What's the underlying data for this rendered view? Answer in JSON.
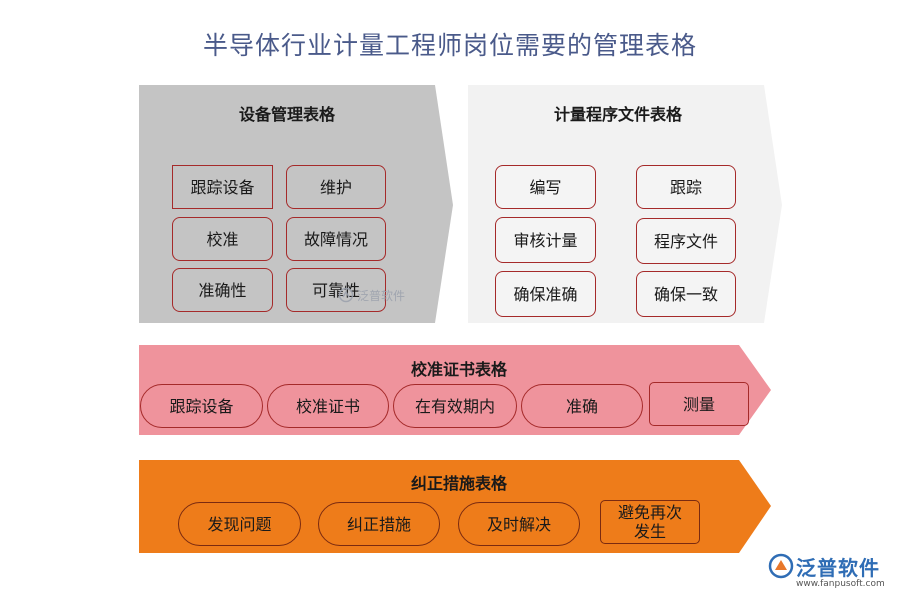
{
  "title": "半导体行业计量工程师岗位需要的管理表格",
  "colors": {
    "gray": "#c4c4c4",
    "light": "#f4f4f4",
    "pink": "#ef939c",
    "orange": "#ee7c1a",
    "border": "#a52a2a",
    "title": "#4a5a8a"
  },
  "equipment": {
    "title": "设备管理表格",
    "items": [
      "跟踪设备",
      "维护",
      "校准",
      "故障情况",
      "准确性",
      "可靠性"
    ]
  },
  "procedure": {
    "title": "计量程序文件表格",
    "items": [
      "编写",
      "跟踪",
      "审核计量",
      "程序文件",
      "确保准确",
      "确保一致"
    ]
  },
  "calibration": {
    "title": "校准证书表格",
    "items": [
      "跟踪设备",
      "校准证书",
      "在有效期内",
      "准确",
      "测量"
    ]
  },
  "corrective": {
    "title": "纠正措施表格",
    "items": [
      "发现问题",
      "纠正措施",
      "及时解决",
      "避免再次发生"
    ]
  },
  "watermark": "泛普软件",
  "logo": {
    "name": "泛普软件",
    "url": "www.fanpusoft.com"
  }
}
